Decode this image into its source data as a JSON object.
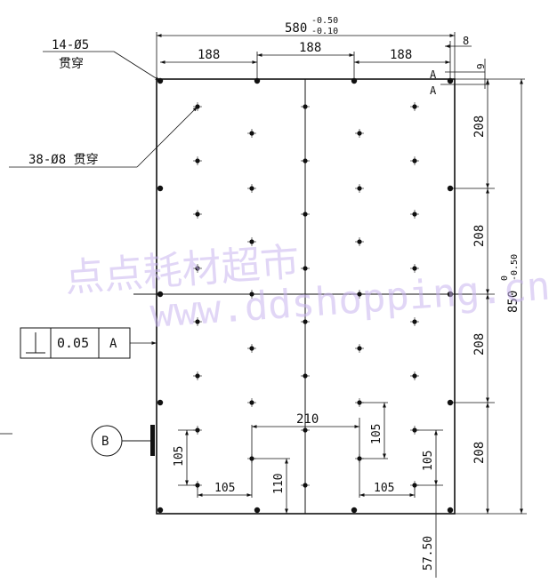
{
  "drawing": {
    "overall_width": {
      "value": "580",
      "tol_upper": "-0.50",
      "tol_lower": "-0.10"
    },
    "top_spacings": [
      "188",
      "188",
      "188"
    ],
    "right_offset": "8",
    "right_offset_small": "9",
    "section_label_upper": "A",
    "section_label_lower": "A",
    "overall_height": {
      "value": "850",
      "tol_upper": "0",
      "tol_lower": "-0.50"
    },
    "vertical_spacings": [
      "208",
      "208",
      "208",
      "208"
    ],
    "hole_callout_large": {
      "count": "14-Ø5",
      "note": "贯穿"
    },
    "hole_callout_small": {
      "text": "38-Ø8 贯穿"
    },
    "perpendicularity": {
      "symbol": "⊥",
      "tolerance": "0.05",
      "datum": "A"
    },
    "datum_b": "B",
    "bottom_dims": {
      "spacing_210": "210",
      "left_105_horizontal": "105",
      "left_105_vertical": "105",
      "dim_110": "110",
      "right_105_horizontal": "105",
      "right_105_vertical_upper": "105",
      "right_105_vertical_lower": "105",
      "dim_57_50": "57.50"
    },
    "watermark": {
      "line1": "点点耗材超市",
      "line2": "www.ddshopping.cn"
    }
  }
}
